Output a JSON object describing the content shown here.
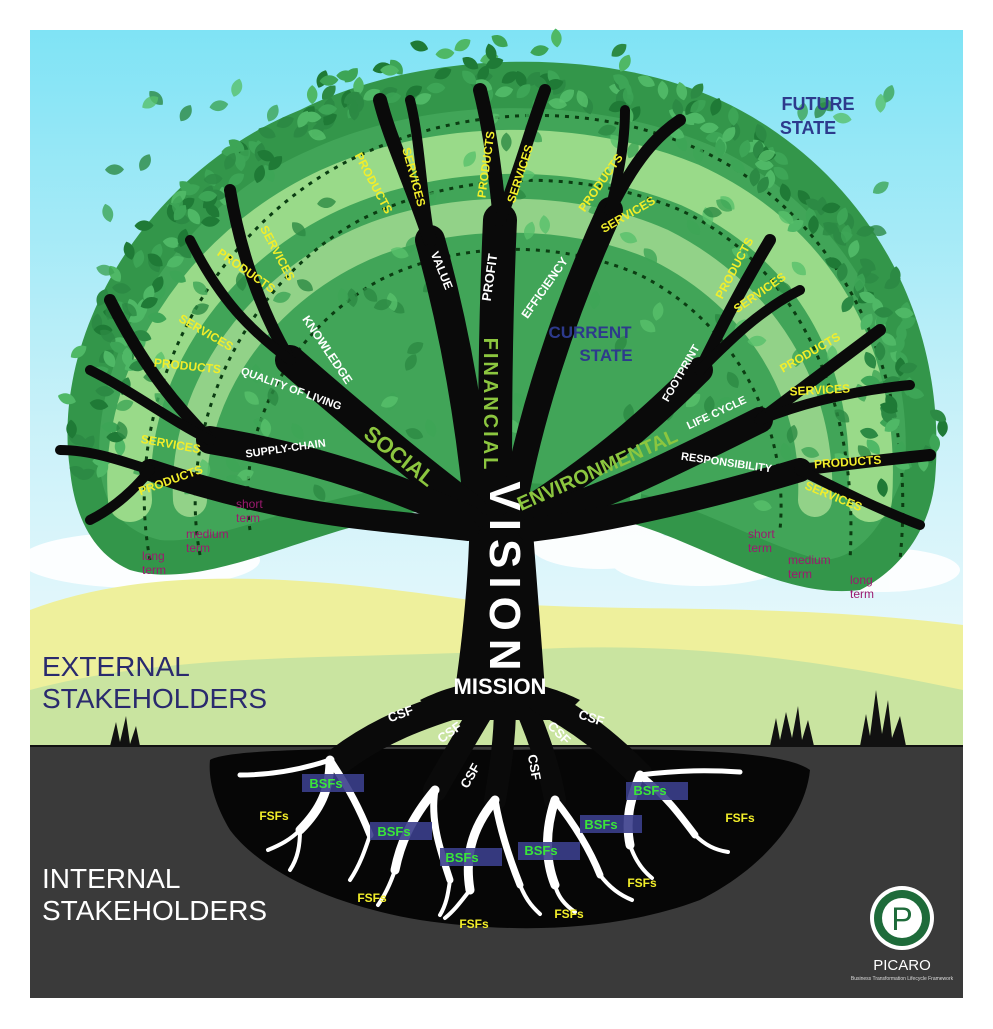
{
  "zones": {
    "future_state": [
      "FUTURE",
      "STATE"
    ],
    "current_state": [
      "CURRENT",
      "STATE"
    ]
  },
  "stakeholders": {
    "external": [
      "EXTERNAL",
      "STAKEHOLDERS"
    ],
    "internal": [
      "INTERNAL",
      "STAKEHOLDERS"
    ]
  },
  "trunk": {
    "vision": "VISION",
    "mission": "MISSION",
    "financial": "FINANCIAL",
    "social": "SOCIAL",
    "environmental": "ENVIRONMENTAL"
  },
  "branches": {
    "value": "VALUE",
    "profit": "PROFIT",
    "efficiency": "EFFICIENCY",
    "knowledge": "KNOWLEDGE",
    "quality_of_living": "QUALITY OF LIVING",
    "supply_chain": "SUPPLY-CHAIN",
    "footprint": "FOOTPRINT",
    "life_cycle": "LIFE CYCLE",
    "responsibility": "RESPONSIBILITY"
  },
  "leaf_labels": {
    "products": "PRODUCTS",
    "services": "SERVICES"
  },
  "horizons": {
    "short": [
      "short",
      "term"
    ],
    "medium": [
      "medium",
      "term"
    ],
    "long": [
      "long",
      "term"
    ]
  },
  "roots": {
    "csf": "CSF",
    "bsfs": "BSFs",
    "fsfs": "FSFs"
  },
  "logo": {
    "name": "PICARO",
    "tagline": "Business Transformation Lifecycle Framework"
  },
  "colors": {
    "sky_top": "#7fe3f5",
    "sky_bottom": "#e6f8fc",
    "canopy": "#2f9447",
    "canopy_light": "#b7ec9a",
    "trunk": "#0a0a0a",
    "ground": "#3a3a3a",
    "label_yellow": "#f2ee2a",
    "label_green": "#8cc63f",
    "state_blue": "#2d3a8c",
    "horizon_purple": "#9c1a6f",
    "bsf_green": "#39e639"
  }
}
